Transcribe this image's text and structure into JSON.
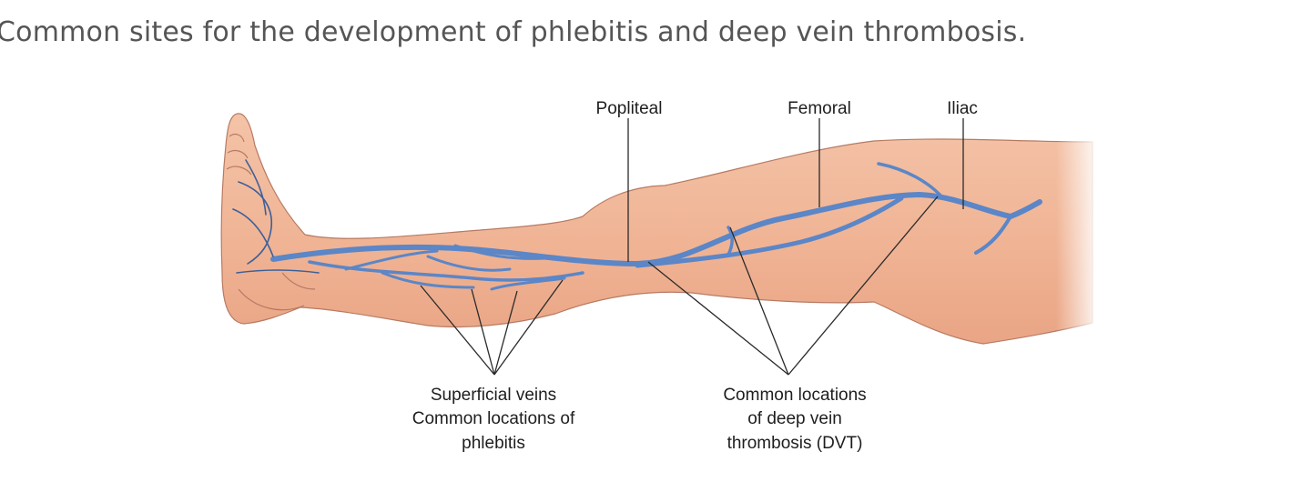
{
  "caption": "Common sites for the development of phlebitis and deep vein thrombosis.",
  "labels": {
    "popliteal": "Popliteal",
    "femoral": "Femoral",
    "iliac": "Iliac",
    "superficial": [
      "Superficial veins",
      "Common locations of",
      "phlebitis"
    ],
    "dvt": [
      "Common locations",
      "of deep vein",
      "thrombosis (DVT)"
    ]
  },
  "colors": {
    "skin": "#f2b99c",
    "skin_outline": "#b77a62",
    "vein": "#5b86c7",
    "vein_dark": "#3c5f99",
    "leader": "#2a2a2a"
  }
}
